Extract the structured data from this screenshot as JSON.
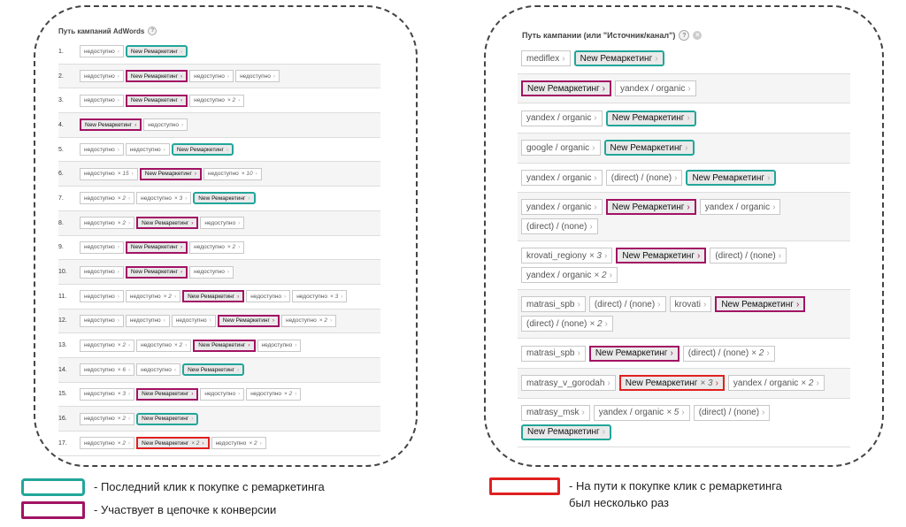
{
  "left": {
    "title": "Путь кампаний AdWords",
    "rows": [
      {
        "num": "1.",
        "chips": [
          {
            "t": "недоступно"
          },
          {
            "t": "New Ремаркетинг",
            "s": "teal"
          }
        ]
      },
      {
        "num": "2.",
        "chips": [
          {
            "t": "недоступно"
          },
          {
            "t": "New Ремаркетинг",
            "s": "plum"
          },
          {
            "t": "недоступно"
          },
          {
            "t": "недоступно"
          }
        ]
      },
      {
        "num": "3.",
        "chips": [
          {
            "t": "недоступно"
          },
          {
            "t": "New Ремаркетинг",
            "s": "plum"
          },
          {
            "t": "недоступно",
            "m": "× 2"
          }
        ]
      },
      {
        "num": "4.",
        "chips": [
          {
            "t": "New Ремаркетинг",
            "s": "plum"
          },
          {
            "t": "недоступно"
          }
        ]
      },
      {
        "num": "5.",
        "chips": [
          {
            "t": "недоступно"
          },
          {
            "t": "недоступно"
          },
          {
            "t": "New Ремаркетинг",
            "s": "teal"
          }
        ]
      },
      {
        "num": "6.",
        "chips": [
          {
            "t": "недоступно",
            "m": "× 15"
          },
          {
            "t": "New Ремаркетинг",
            "s": "plum"
          },
          {
            "t": "недоступно",
            "m": "× 10"
          }
        ]
      },
      {
        "num": "7.",
        "chips": [
          {
            "t": "недоступно",
            "m": "× 2"
          },
          {
            "t": "недоступно",
            "m": "× 3"
          },
          {
            "t": "New Ремаркетинг",
            "s": "teal"
          }
        ]
      },
      {
        "num": "8.",
        "chips": [
          {
            "t": "недоступно",
            "m": "× 2"
          },
          {
            "t": "New Ремаркетинг",
            "s": "plum"
          },
          {
            "t": "недоступно"
          }
        ]
      },
      {
        "num": "9.",
        "chips": [
          {
            "t": "недоступно"
          },
          {
            "t": "New Ремаркетинг",
            "s": "plum"
          },
          {
            "t": "недоступно",
            "m": "× 2"
          }
        ]
      },
      {
        "num": "10.",
        "chips": [
          {
            "t": "недоступно"
          },
          {
            "t": "New Ремаркетинг",
            "s": "plum"
          },
          {
            "t": "недоступно"
          }
        ]
      },
      {
        "num": "11.",
        "chips": [
          {
            "t": "недоступно"
          },
          {
            "t": "недоступно",
            "m": "× 2"
          },
          {
            "t": "New Ремаркетинг",
            "s": "plum"
          },
          {
            "t": "недоступно"
          },
          {
            "t": "недоступно",
            "m": "× 3"
          }
        ]
      },
      {
        "num": "12.",
        "chips": [
          {
            "t": "недоступно"
          },
          {
            "t": "недоступно"
          },
          {
            "t": "недоступно"
          },
          {
            "t": "New Ремаркетинг",
            "s": "plum"
          },
          {
            "t": "недоступно",
            "m": "× 2"
          }
        ]
      },
      {
        "num": "13.",
        "chips": [
          {
            "t": "недоступно",
            "m": "× 2"
          },
          {
            "t": "недоступно",
            "m": "× 2"
          },
          {
            "t": "New Ремаркетинг",
            "s": "plum"
          },
          {
            "t": "недоступно"
          }
        ]
      },
      {
        "num": "14.",
        "chips": [
          {
            "t": "недоступно",
            "m": "× 6"
          },
          {
            "t": "недоступно"
          },
          {
            "t": "New Ремаркетинг",
            "s": "teal"
          }
        ]
      },
      {
        "num": "15.",
        "chips": [
          {
            "t": "недоступно",
            "m": "× 3"
          },
          {
            "t": "New Ремаркетинг",
            "s": "plum"
          },
          {
            "t": "недоступно"
          },
          {
            "t": "недоступно",
            "m": "× 2"
          }
        ]
      },
      {
        "num": "16.",
        "chips": [
          {
            "t": "недоступно",
            "m": "× 2"
          },
          {
            "t": "New Ремаркетинг",
            "s": "teal"
          }
        ]
      },
      {
        "num": "17.",
        "chips": [
          {
            "t": "недоступно",
            "m": "× 2"
          },
          {
            "t": "New Ремаркетинг",
            "m": "× 2",
            "s": "red"
          },
          {
            "t": "недоступно",
            "m": "× 2"
          }
        ]
      }
    ]
  },
  "right": {
    "title": "Путь кампании (или \"Источник/канал\")",
    "rows": [
      {
        "chips": [
          {
            "t": "mediflex"
          },
          {
            "t": "New Ремаркетинг",
            "s": "teal"
          }
        ]
      },
      {
        "chips": [
          {
            "t": "New Ремаркетинг",
            "s": "plum"
          },
          {
            "t": "yandex / organic"
          }
        ]
      },
      {
        "chips": [
          {
            "t": "yandex / organic"
          },
          {
            "t": "New Ремаркетинг",
            "s": "teal"
          }
        ]
      },
      {
        "chips": [
          {
            "t": "google / organic"
          },
          {
            "t": "New Ремаркетинг",
            "s": "teal"
          }
        ]
      },
      {
        "chips": [
          {
            "t": "yandex / organic"
          },
          {
            "t": "(direct) / (none)"
          },
          {
            "t": "New Ремаркетинг",
            "s": "teal"
          }
        ]
      },
      {
        "tall": true,
        "chips": [
          {
            "t": "yandex / organic"
          },
          {
            "t": "New Ремаркетинг",
            "s": "plum"
          },
          {
            "t": "yandex / organic"
          },
          {
            "t": "(direct) / (none)"
          }
        ]
      },
      {
        "tall": true,
        "chips": [
          {
            "t": "krovati_regiony",
            "m": "× 3"
          },
          {
            "t": "New Ремаркетинг",
            "s": "plum"
          },
          {
            "t": "(direct) / (none)"
          },
          {
            "t": "yandex / organic",
            "m": "× 2"
          }
        ]
      },
      {
        "tall": true,
        "chips": [
          {
            "t": "matrasi_spb"
          },
          {
            "t": "(direct) / (none)"
          },
          {
            "t": "krovati"
          },
          {
            "t": "New Ремаркетинг",
            "s": "plum"
          },
          {
            "t": "(direct) / (none)",
            "m": "× 2"
          }
        ]
      },
      {
        "chips": [
          {
            "t": "matrasi_spb"
          },
          {
            "t": "New Ремаркетинг",
            "s": "plum"
          },
          {
            "t": "(direct) / (none)",
            "m": "× 2"
          }
        ]
      },
      {
        "chips": [
          {
            "t": "matrasy_v_gorodah"
          },
          {
            "t": "New Ремаркетинг",
            "m": "× 3",
            "s": "red"
          },
          {
            "t": "yandex / organic",
            "m": "× 2"
          }
        ]
      },
      {
        "tall": true,
        "chips": [
          {
            "t": "matrasy_msk"
          },
          {
            "t": "yandex / organic",
            "m": "× 5"
          },
          {
            "t": "(direct) / (none)"
          },
          {
            "t": "New Ремаркетинг",
            "s": "teal"
          }
        ]
      }
    ]
  },
  "legend": {
    "teal": "- Последний клик к покупке с ремаркетинга",
    "plum": "- Участвует в цепочке к конверсии",
    "red_line1": "- На пути к покупке клик с ремаркетинга",
    "red_line2": "был несколько раз"
  },
  "colors": {
    "teal": "#22a69a",
    "plum": "#a21364",
    "red": "#e02020"
  },
  "icons": {
    "help": "?",
    "close": "×"
  }
}
